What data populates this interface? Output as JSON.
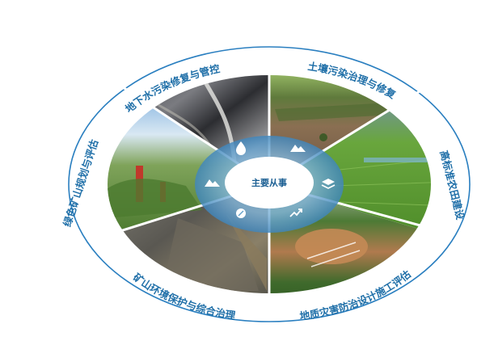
{
  "center": {
    "label": "主要从事"
  },
  "sectors": [
    {
      "id": "groundwater",
      "label": "地下水污染修复与管控",
      "icon": "water-drop-icon"
    },
    {
      "id": "soil",
      "label": "土壤污染治理与修复",
      "icon": "mountain-icon"
    },
    {
      "id": "farmland",
      "label": "高标准农田建设",
      "icon": "field-layers-icon"
    },
    {
      "id": "geohazard",
      "label": "地质灾害防治设计施工评估",
      "icon": "trend-arrow-icon"
    },
    {
      "id": "mine-env",
      "label": "矿山环境保护与综合治理",
      "icon": "leaf-icon"
    },
    {
      "id": "green-mine",
      "label": "绿色矿山规划与评估",
      "icon": "mountain-icon"
    }
  ],
  "colors": {
    "ring": "#2a7fc0",
    "center_fill": "#ffffff",
    "inner_band": "#5f9ec9",
    "text": "#1f6fa8"
  }
}
